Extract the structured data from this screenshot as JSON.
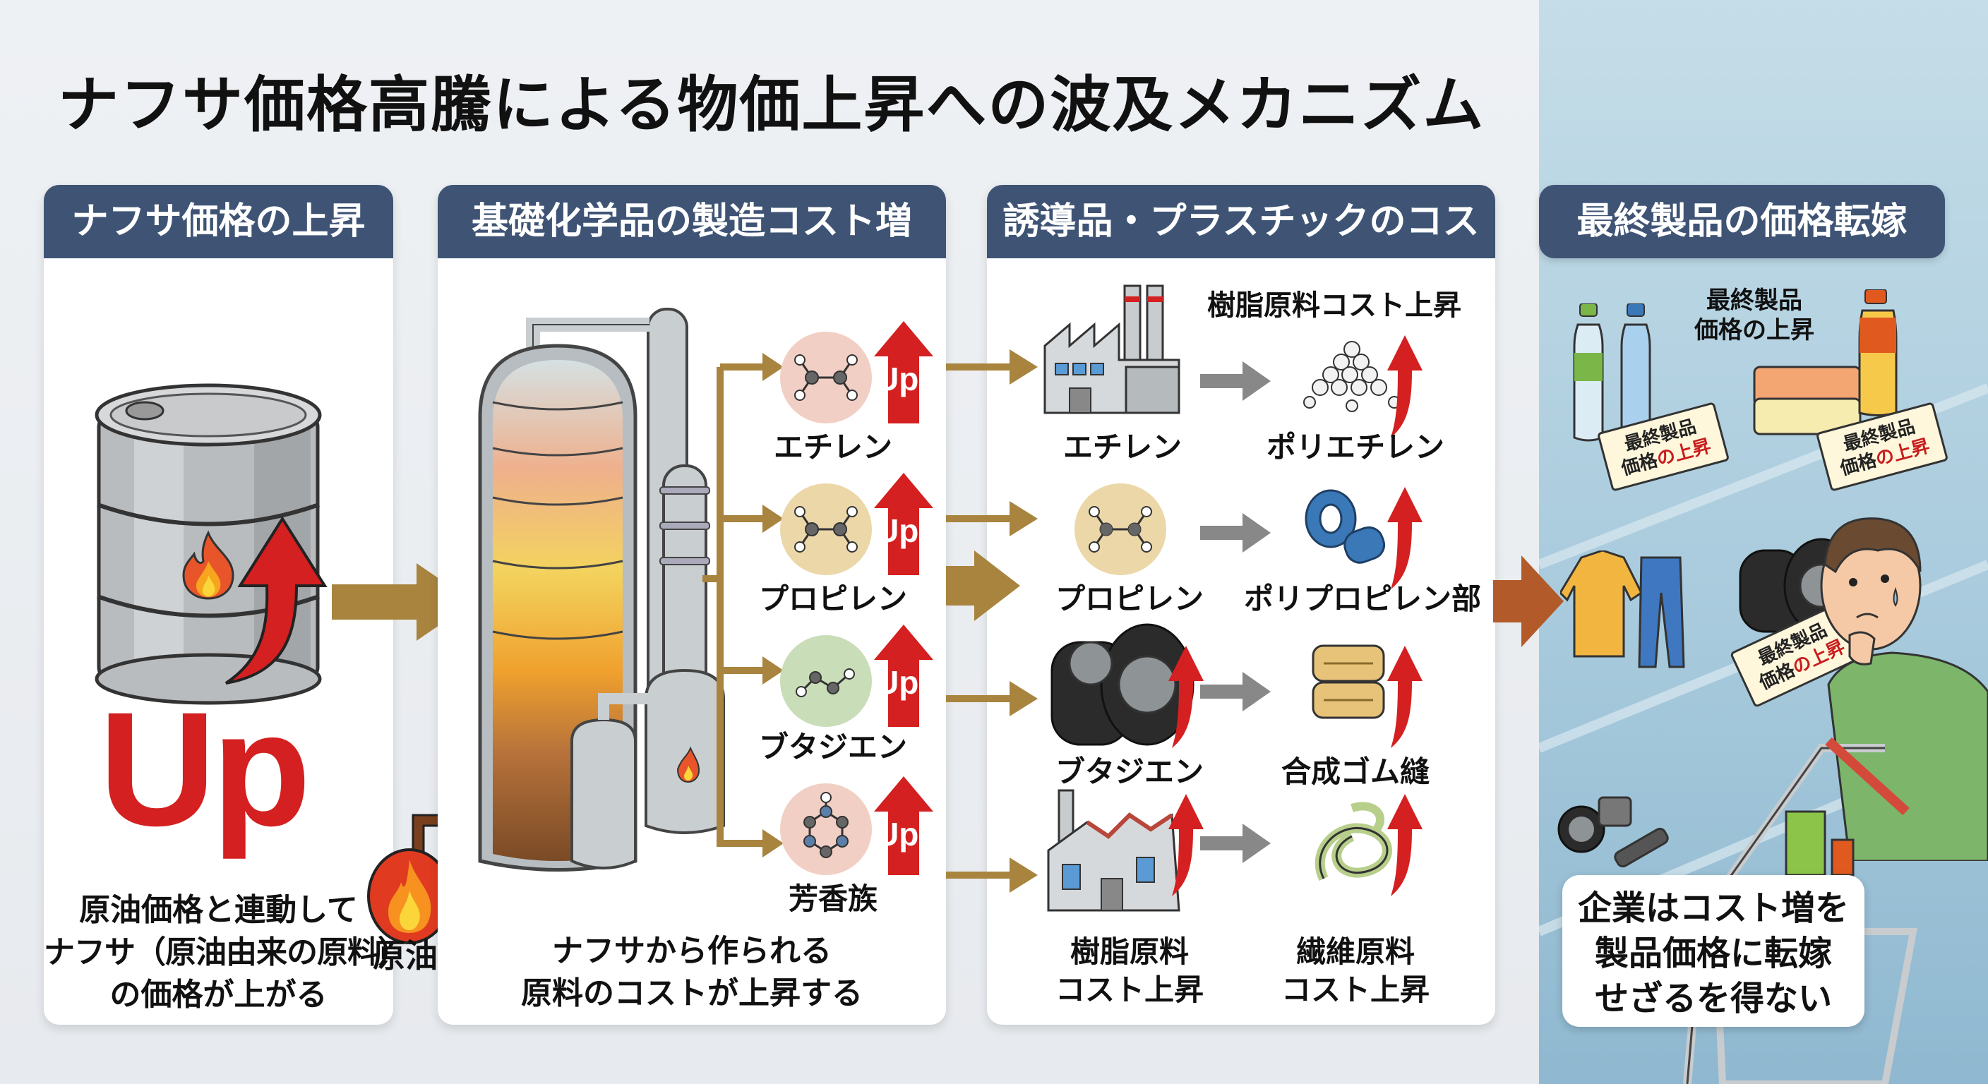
{
  "title": "ナフサ価格高騰による物価上昇への波及メカニズム",
  "colors": {
    "header_bg": "#3f5475",
    "flow_arrow": "#a8843f",
    "final_arrow": "#b35a2a",
    "up_red": "#d42020",
    "final_panel_bg": "#b3d2e3"
  },
  "columns": [
    {
      "header": "ナフサ価格の上昇",
      "up_label": "Up",
      "crude_label": "原油",
      "caption": [
        "原油価格と連動して",
        "ナフサ（原油由来の原料）",
        "の価格が上がる"
      ]
    },
    {
      "header": "基礎化学品の製造コスト増",
      "products": [
        {
          "name": "エチレン",
          "badge": "Up",
          "color": "#f2cfc4"
        },
        {
          "name": "プロピレン",
          "badge": "Up",
          "color": "#ecd7a8"
        },
        {
          "name": "ブタジエン",
          "badge": "Up",
          "color": "#c8ddb8"
        },
        {
          "name": "芳香族",
          "badge": "Up",
          "color": "#f2cfc4"
        }
      ],
      "caption": [
        "ナフサから作られる",
        "原料のコストが上昇する"
      ]
    },
    {
      "header": "誘導品・プラスチックのコスト増",
      "top_note": "樹脂原料コスト上昇",
      "rows": [
        {
          "source": "エチレン",
          "product": "ポリエチレン"
        },
        {
          "source": "プロピレン",
          "product": "ポリプロピレン部"
        },
        {
          "source": "ブタジエン",
          "product": "合成ゴム縫"
        },
        {
          "source": "樹脂原料\nコスト上昇",
          "source_lines": [
            "樹脂原料",
            "コスト上昇"
          ],
          "product_lines": [
            "繊維原料",
            "コスト上昇"
          ]
        }
      ]
    },
    {
      "header": "最終製品の価格転嫁",
      "top_note": [
        "最終製品",
        "価格の上昇"
      ],
      "tags": [
        {
          "line1": "最終製品",
          "line2_black": "価格",
          "line2_red": "の上昇"
        },
        {
          "line1": "最終製品",
          "line2_black": "価格",
          "line2_red": "の上昇"
        },
        {
          "line1": "最終製品",
          "line2_black": "価格",
          "line2_red": "の上昇"
        }
      ],
      "summary": [
        "企業はコスト増を",
        "製品価格に転嫁",
        "せざるを得ない"
      ]
    }
  ]
}
